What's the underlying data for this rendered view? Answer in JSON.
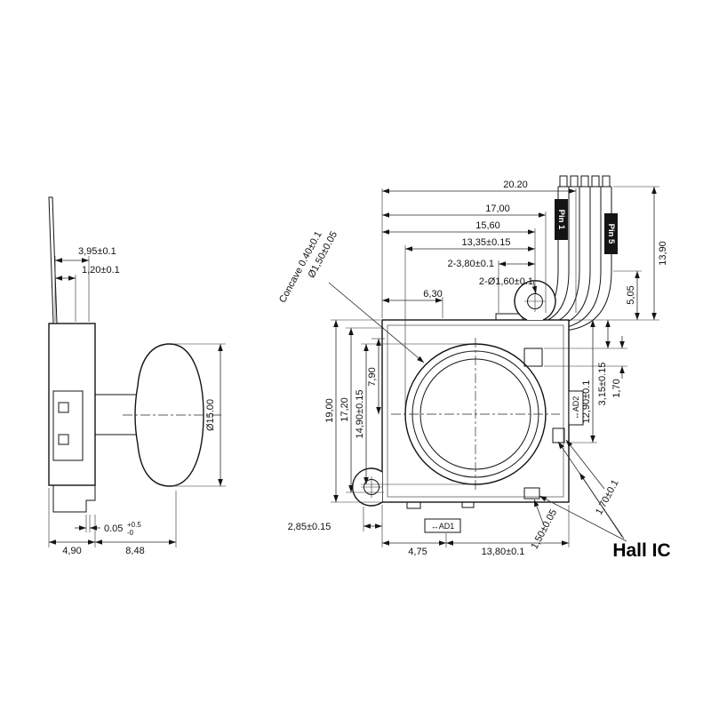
{
  "drawing": {
    "side_view": {
      "dims": {
        "offset_a": "3,95±0.1",
        "offset_b": "1,20±0.1",
        "cap_diameter": "Ø15.00",
        "step_value": "0.05",
        "step_upper": "+0.5",
        "step_lower": "-0",
        "body_depth": "4,90",
        "cap_depth": "8,48"
      }
    },
    "front_view": {
      "labels": {
        "pin1": "Pin 1",
        "pin5": "Pin 5",
        "ad1": "↔AD1",
        "ad2": "↔AD2",
        "tip_diameter": "Ø1,50±0.05",
        "concave": "Concave 0.40±0.1",
        "hall_ic": "Hall IC"
      },
      "dims": {
        "overall_width": "20.20",
        "width_17": "17,00",
        "width_15_6": "15,60",
        "width_13_35": "13,35±0.15",
        "hole_spacing": "2-3,80±0.1",
        "hole_diameter": "2-Ø1,60±0.1",
        "width_6_3": "6,30",
        "cable_height": "13,90",
        "cable_clearance": "5,05",
        "sensor_height": "1,70",
        "sensor_offset": "3,15±0.15",
        "sensor_position": "12,90±0.1",
        "overall_height": "19,00",
        "height_17_2": "17,20",
        "height_14_9": "14,90±0.15",
        "height_7_9": "7,90",
        "ear_offset": "2,85±0.15",
        "width_4_75": "4,75",
        "width_13_8": "13,80±0.1",
        "sensor_width": "1,50±0.05",
        "sensor_thickness": "1,70±0.1"
      }
    }
  }
}
